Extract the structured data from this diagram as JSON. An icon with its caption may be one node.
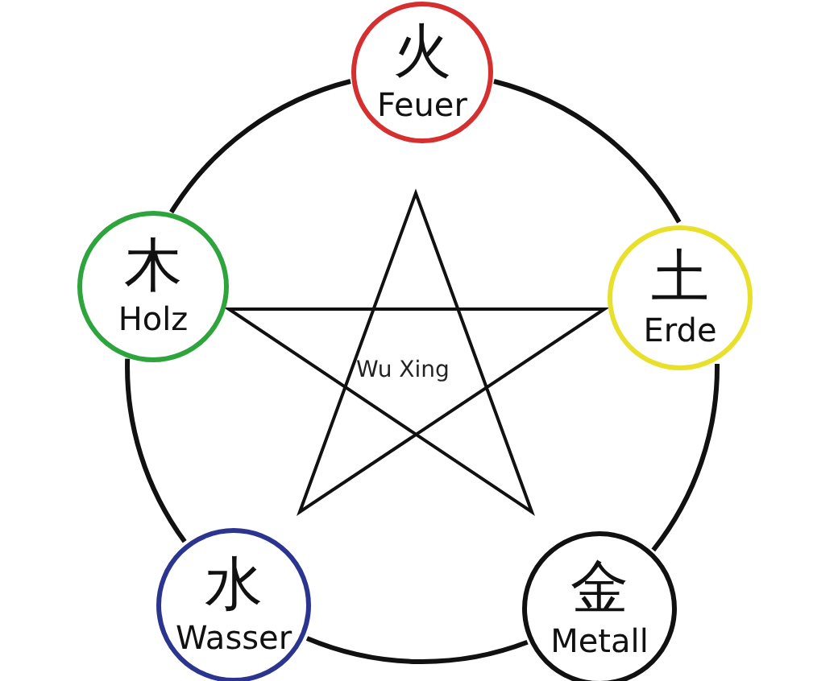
{
  "diagram": {
    "nodes": [
      {
        "text": [
          "火",
          "Feuer"
        ]
      },
      {
        "text": [
          "木",
          "Holz"
        ]
      },
      {
        "text": [
          "土",
          "Erde"
        ]
      },
      {
        "text": [
          "水",
          "Wasser"
        ]
      },
      {
        "text": [
          "金",
          "Metall"
        ]
      }
    ],
    "edges": [
      {
        "from": 0,
        "to": 2,
        "arrow": "none"
      },
      {
        "from": 2,
        "to": 4,
        "arrow": "none"
      },
      {
        "from": 4,
        "to": 3,
        "arrow": "none"
      },
      {
        "from": 3,
        "to": 1,
        "arrow": "none"
      },
      {
        "from": 1,
        "to": 0,
        "arrow": "none"
      }
    ],
    "labels": [
      "Wu Xing"
    ]
  }
}
